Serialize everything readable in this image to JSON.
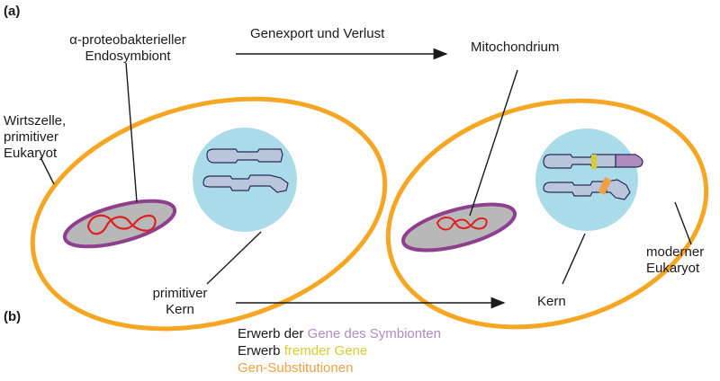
{
  "panel_a": "(a)",
  "panel_b": "(b)",
  "labels": {
    "endosymbiont_line1": "α-proteobakterieller",
    "endosymbiont_line2": "Endosymbiont",
    "process_top": "Genexport und Verlust",
    "mitochondrium": "Mitochondrium",
    "host_line1": "Wirtszelle,",
    "host_line2": "primitiver",
    "host_line3": "Eukaryot",
    "primitive_nucleus_line1": "primitiver",
    "primitive_nucleus_line2": "Kern",
    "kern": "Kern",
    "modern_line1": "moderner",
    "modern_line2": "Eukaryot"
  },
  "legend": {
    "row1_prefix": "Erwerb der",
    "row1_colored": "Gene des Symbionten",
    "row2_prefix": "Erwerb",
    "row2_colored": "fremder Gene",
    "row3_colored": "Gen-Substitutionen"
  },
  "colors": {
    "cell_membrane": "#f5a623",
    "organelle_membrane": "#8e3f8e",
    "organelle_fill": "#b8b8b8",
    "dna": "#e02020",
    "nucleus": "#a9dbe8",
    "chromosome": "#b9c6dc",
    "symbiont_genes": "#b08bc0",
    "foreign_genes": "#d6cc33",
    "substitutions": "#f0a040"
  }
}
